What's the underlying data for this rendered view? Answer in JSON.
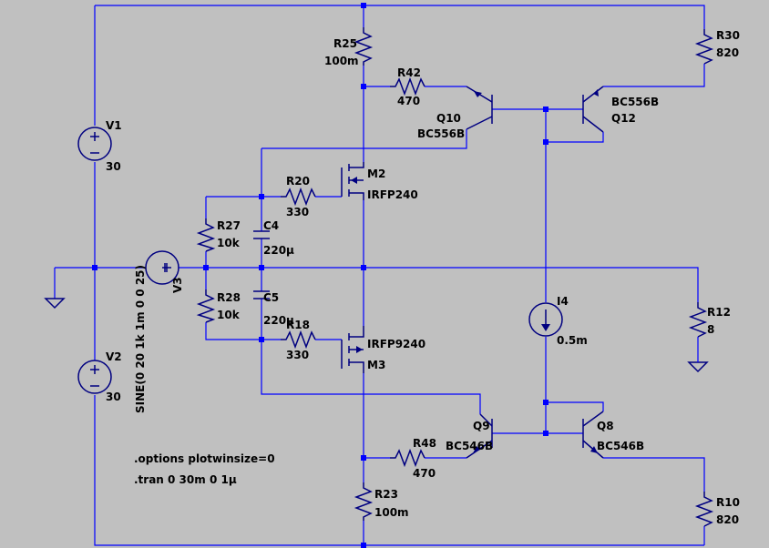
{
  "colors": {
    "background": "#c0c0c0",
    "wire": "#0000ff",
    "component": "#000080",
    "text": "#000000"
  },
  "components": {
    "V1": {
      "name": "V1",
      "value": "30"
    },
    "V2": {
      "name": "V2",
      "value": "30"
    },
    "V3": {
      "name": "V3",
      "value": "SINE(0 20 1k 1m 0 0 25)"
    },
    "R25": {
      "name": "R25",
      "value": "100m"
    },
    "R23": {
      "name": "R23",
      "value": "100m"
    },
    "R30": {
      "name": "R30",
      "value": "820"
    },
    "R10": {
      "name": "R10",
      "value": "820"
    },
    "R42": {
      "name": "R42",
      "value": "470"
    },
    "R48": {
      "name": "R48",
      "value": "470"
    },
    "R20": {
      "name": "R20",
      "value": "330"
    },
    "R18": {
      "name": "R18",
      "value": "330"
    },
    "R27": {
      "name": "R27",
      "value": "10k"
    },
    "R28": {
      "name": "R28",
      "value": "10k"
    },
    "R12": {
      "name": "R12",
      "value": "8"
    },
    "C4": {
      "name": "C4",
      "value": "220µ"
    },
    "C5": {
      "name": "C5",
      "value": "220µ"
    },
    "M2": {
      "name": "M2",
      "value": "IRFP240"
    },
    "M3": {
      "name": "M3",
      "value": "IRFP9240"
    },
    "Q10": {
      "name": "Q10",
      "value": "BC556B"
    },
    "Q12": {
      "name": "Q12",
      "value": "BC556B"
    },
    "Q9": {
      "name": "Q9",
      "value": "BC546B"
    },
    "Q8": {
      "name": "Q8",
      "value": "BC546B"
    },
    "I4": {
      "name": "I4",
      "value": "0.5m"
    }
  },
  "directives": [
    ".options plotwinsize=0",
    ".tran 0 30m 0 1µ"
  ],
  "icons": [
    "ground-icon",
    "voltage-source-icon",
    "current-source-icon",
    "resistor-icon",
    "capacitor-icon",
    "nmos-icon",
    "pmos-icon",
    "npn-icon",
    "pnp-icon"
  ]
}
